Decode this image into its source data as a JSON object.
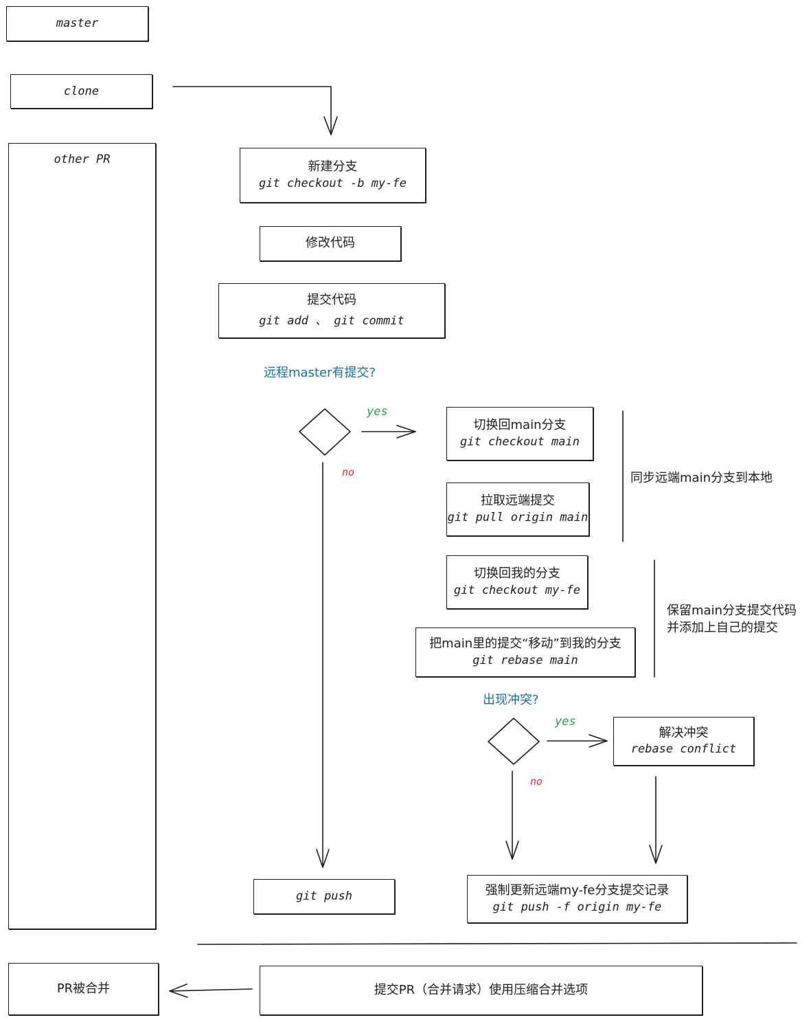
{
  "nodes": {
    "master": "master",
    "clone": "clone",
    "other_pr": "other PR",
    "new_branch_title": "新建分支",
    "new_branch_cmd": "git checkout -b my-fe",
    "modify_code": "修改代码",
    "commit_title": "提交代码",
    "commit_cmd": "git add 、 git commit",
    "question_remote": "远程master有提交?",
    "switch_main_title": "切换回main分支",
    "switch_main_cmd": "git checkout main",
    "pull_title": "拉取远端提交",
    "pull_cmd": "git pull origin main",
    "switch_mine_title": "切换回我的分支",
    "switch_mine_cmd": "git checkout my-fe",
    "rebase_title": "把main里的提交“移动”到我的分支",
    "rebase_cmd": "git rebase main",
    "question_conflict": "出现冲突?",
    "resolve_title": "解决冲突",
    "resolve_cmd": "rebase conflict",
    "push": "git push",
    "force_push_title": "强制更新远端my-fe分支提交记录",
    "force_push_cmd": "git push -f origin my-fe",
    "pr_merged": "PR被合并",
    "submit_pr": "提交PR（合并请求）使用压缩合并选项"
  },
  "annotations": {
    "sync_main": "同步远端main分支到本地",
    "keep_line1": "保留main分支提交代码",
    "keep_line2": "并添加上自己的提交"
  },
  "edges": {
    "yes_1": "yes",
    "no_1": "no",
    "yes_2": "yes",
    "no_2": "no"
  },
  "colors": {
    "stroke": "#1e1e1e",
    "question": "#1971a0",
    "yes": "#2f9e44",
    "no": "#e03131"
  }
}
